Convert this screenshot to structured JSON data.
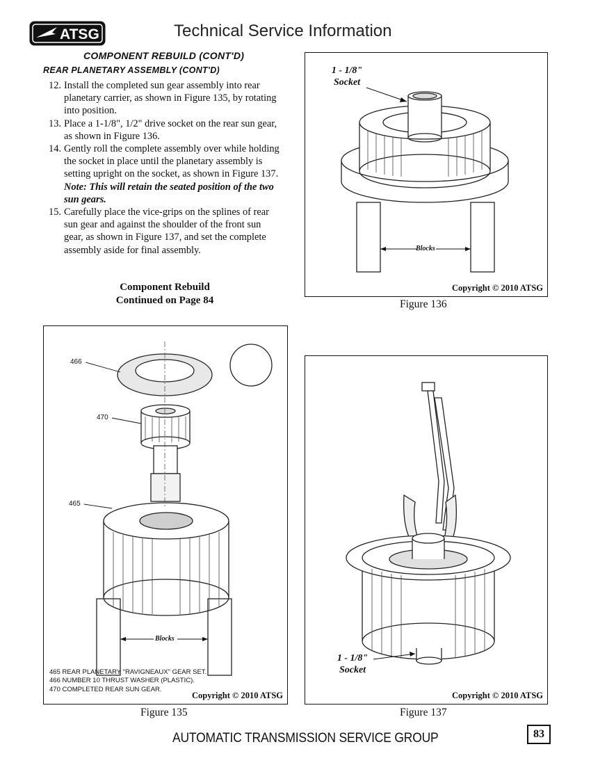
{
  "header": {
    "logo_text": "ATSG",
    "title": "Technical Service Information"
  },
  "section_title": "COMPONENT REBUILD (CONT'D)",
  "sub_title": "REAR PLANETARY ASSEMBLY (CONT'D)",
  "steps": [
    {
      "num": "12.",
      "text": "Install the completed sun gear assembly into rear planetary carrier, as shown in Figure 135, by rotating into position."
    },
    {
      "num": "13.",
      "text": "Place a 1-1/8\", 1/2\" drive socket on the rear sun gear, as shown in Figure 136."
    },
    {
      "num": "14.",
      "text": "Gently roll the complete assembly over while holding the socket in place until the planetary assembly is setting upright on the socket, as shown in Figure 137."
    },
    {
      "num": "15.",
      "text": "Carefully place the vice-grips on the splines of rear sun gear and against the shoulder of the front sun gear, as shown in Figure 137, and set the complete assembly aside for final assembly."
    }
  ],
  "note": "Note: This will retain the seated position of the two sun gears.",
  "continued": {
    "line1": "Component Rebuild",
    "line2": "Continued on Page 84"
  },
  "figures": {
    "fig136": {
      "callout_line1": "1 - 1/8\"",
      "callout_line2": "Socket",
      "blocks": "Blocks",
      "copyright": "Copyright © 2010 ATSG",
      "caption": "Figure 136"
    },
    "fig135": {
      "parts": [
        "466",
        "470",
        "465"
      ],
      "blocks": "Blocks",
      "legend": [
        "465  REAR PLANETARY \"RAVIGNEAUX\" GEAR SET.",
        "466  NUMBER 10 THRUST WASHER (PLASTIC).",
        "470  COMPLETED REAR SUN GEAR."
      ],
      "copyright": "Copyright © 2010 ATSG",
      "caption": "Figure 135"
    },
    "fig137": {
      "callout_line1": "1 - 1/8\"",
      "callout_line2": "Socket",
      "copyright": "Copyright © 2010 ATSG",
      "caption": "Figure 137"
    }
  },
  "footer": {
    "text": "AUTOMATIC TRANSMISSION SERVICE GROUP",
    "page_number": "83"
  }
}
